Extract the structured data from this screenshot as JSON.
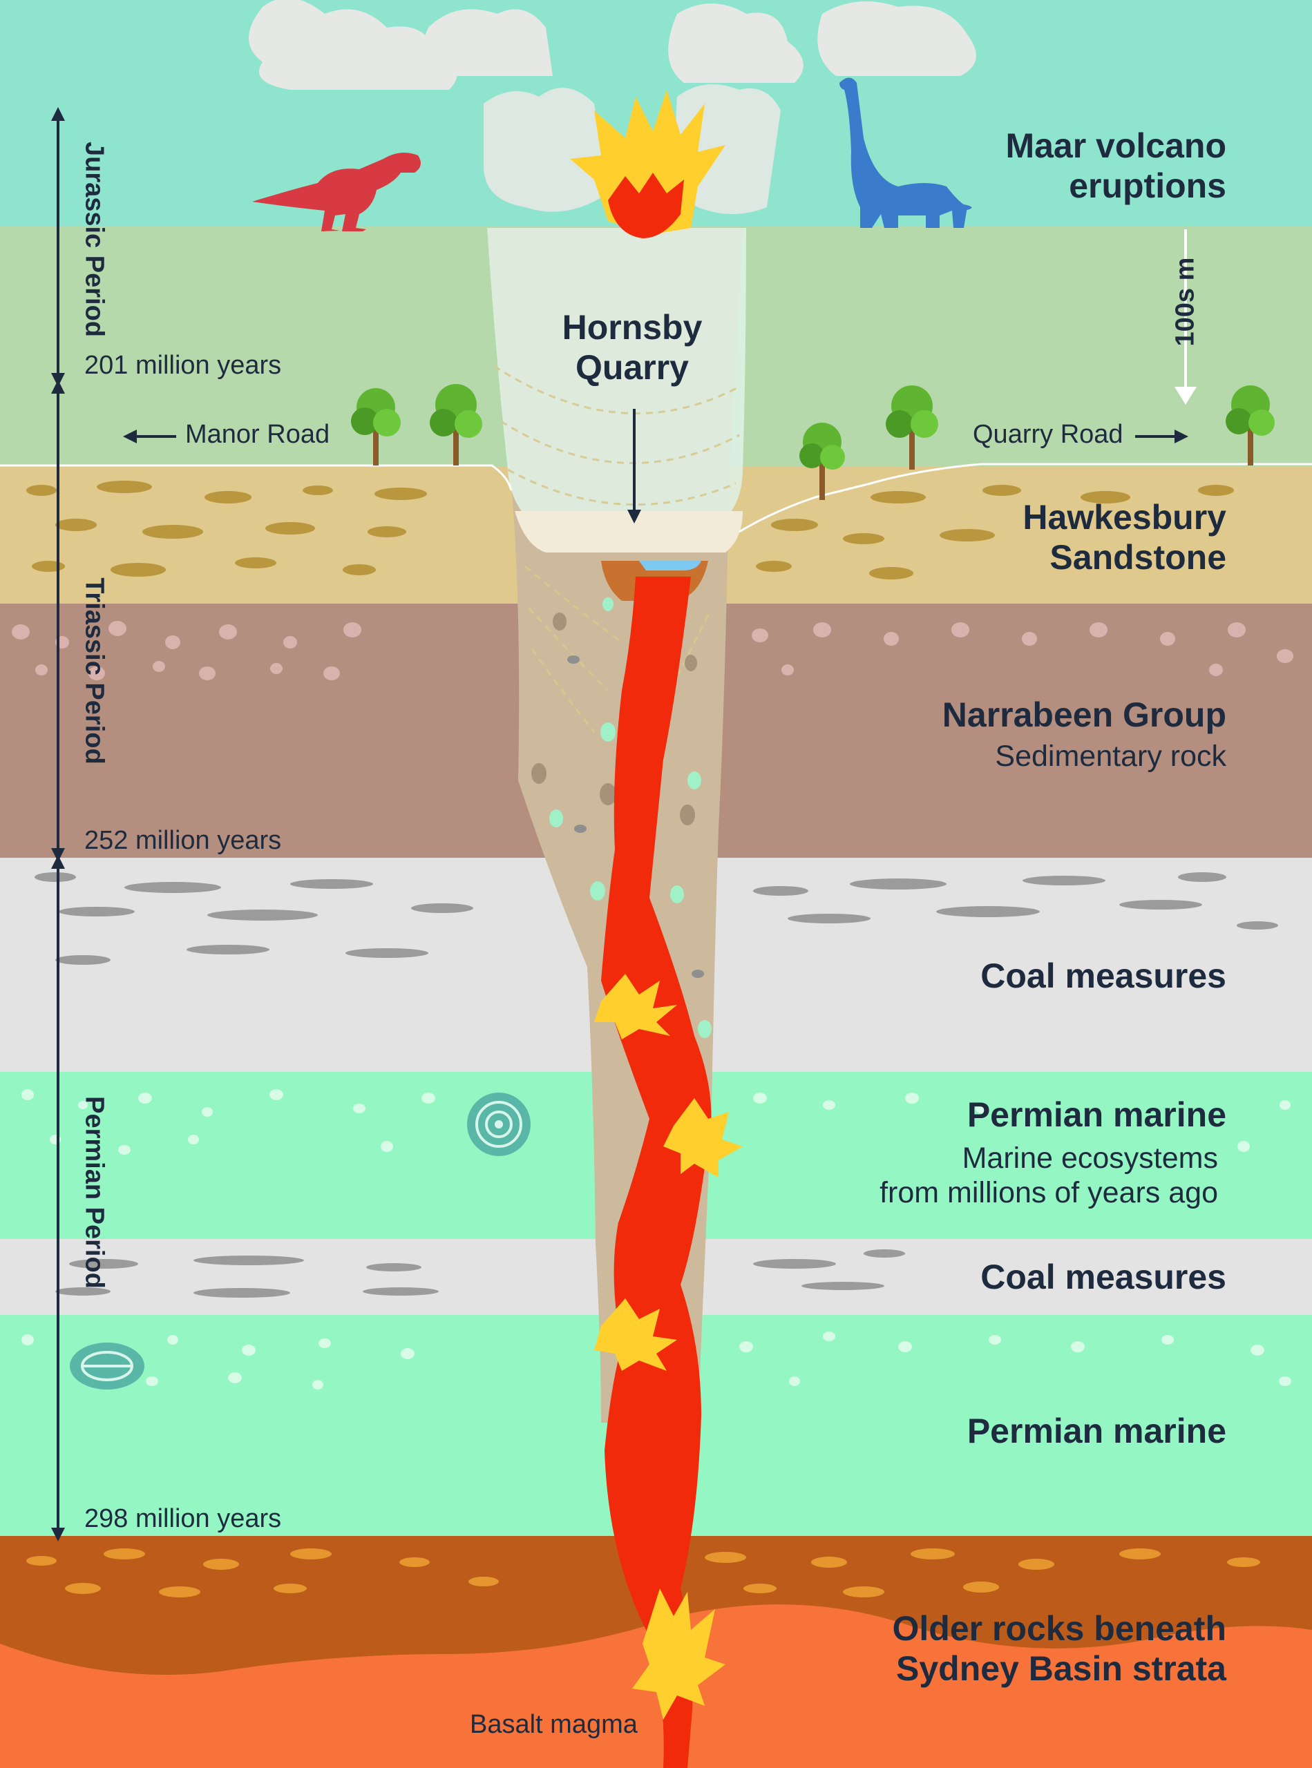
{
  "layers": {
    "maar": {
      "title_line1": "Maar volcano",
      "title_line2": "eruptions"
    },
    "hawkesbury": {
      "title_line1": "Hawkesbury",
      "title_line2": "Sandstone"
    },
    "narrabeen": {
      "title": "Narrabeen Group",
      "subtitle": "Sedimentary rock"
    },
    "coal1": {
      "title": "Coal measures"
    },
    "permian1": {
      "title": "Permian marine",
      "subtitle_line1": "Marine ecosystems",
      "subtitle_line2": "from millions of years ago"
    },
    "coal2": {
      "title": "Coal measures"
    },
    "permian2": {
      "title": "Permian marine"
    },
    "older": {
      "title_line1": "Older rocks beneath",
      "title_line2": "Sydney Basin strata"
    }
  },
  "quarry": {
    "line1": "Hornsby",
    "line2": "Quarry"
  },
  "roads": {
    "left": "Manor Road",
    "right": "Quarry Road"
  },
  "depth_label": "100s m",
  "magma_label": "Basalt magma",
  "timeline": {
    "periods": [
      "Jurassic Period",
      "Triassic Period",
      "Permian Period"
    ],
    "boundaries": [
      "201 million years",
      "252 million years",
      "298 million years"
    ]
  },
  "colors": {
    "sky": "#8fe4cd",
    "jurassic_ground": "#b6d9ac",
    "sandstone": "#e0c98c",
    "narrabeen": "#b48f7f",
    "coal": "#e3e3e3",
    "permian_marine": "#94f7c3",
    "older_rocks": "#bd5b1a",
    "magma": "#f7733a",
    "lava": "#f02a0a",
    "text": "#1e2b3f"
  }
}
